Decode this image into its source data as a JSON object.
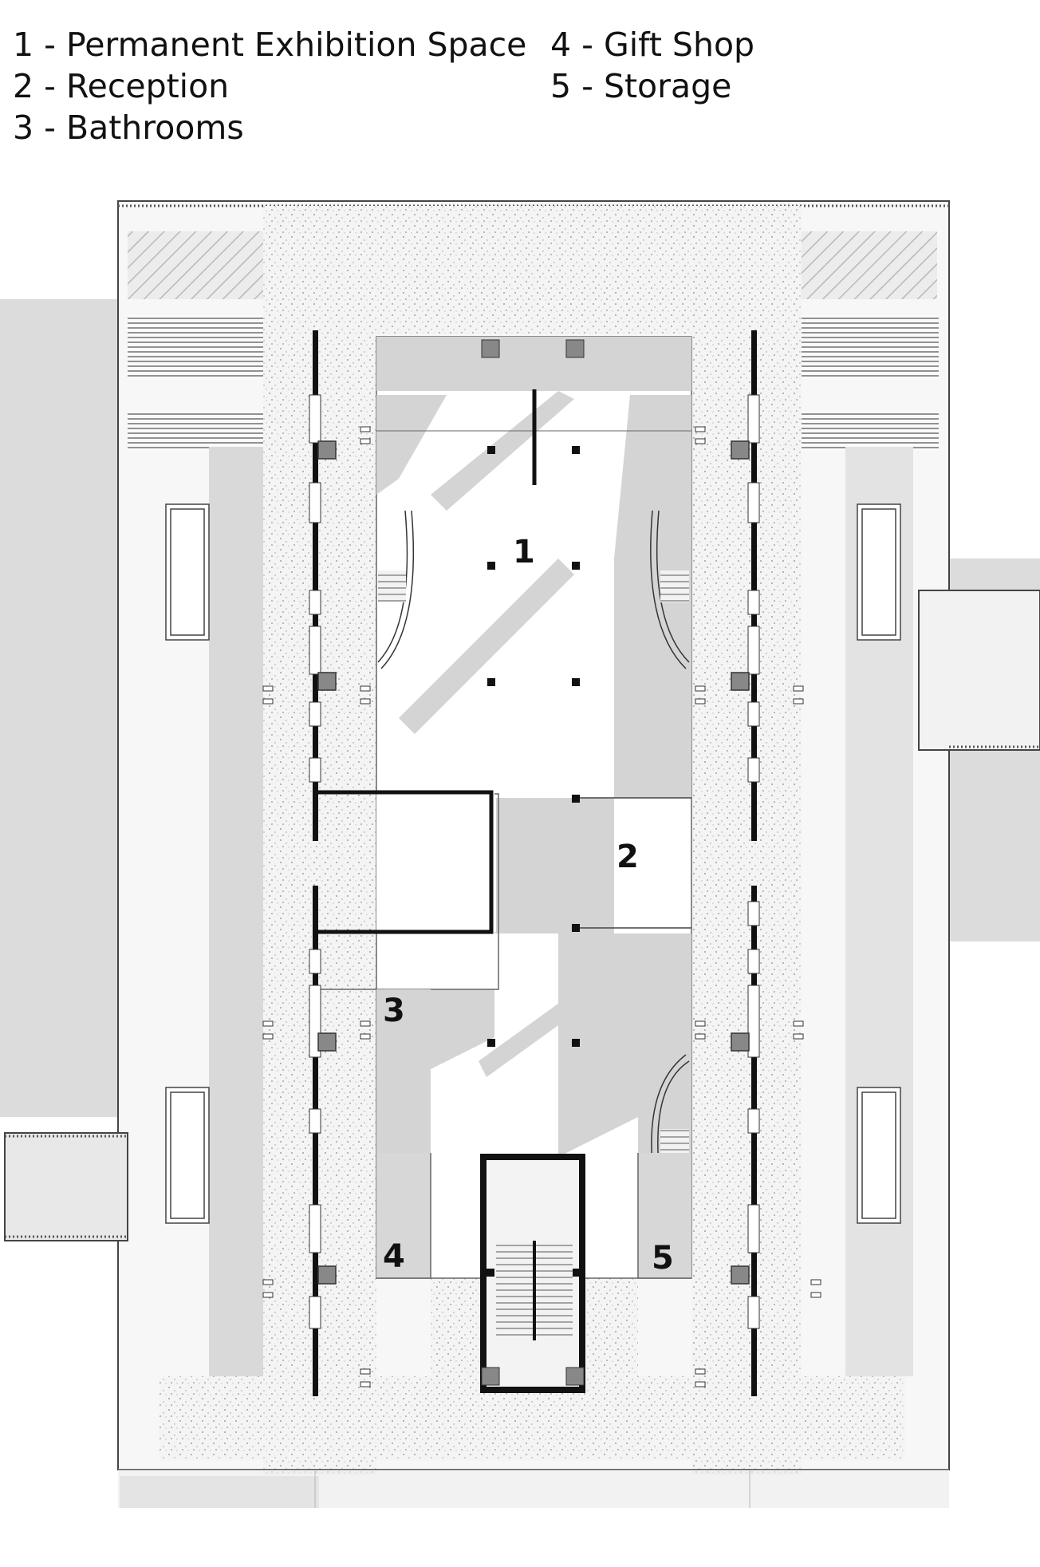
{
  "legend": [
    {
      "num": "1",
      "text": "1 - Permanent Exhibition Space"
    },
    {
      "num": "2",
      "text": "2 - Reception"
    },
    {
      "num": "3",
      "text": "3 - Bathrooms"
    },
    {
      "num": "4",
      "text": "4 - Gift Shop"
    },
    {
      "num": "5",
      "text": "5 - Storage"
    }
  ],
  "room_labels": [
    "1",
    "2",
    "3",
    "4",
    "5"
  ],
  "colors": {
    "shadow": "#d6d6d6",
    "floor_speckle": "#f3f3f3",
    "wall": "#111111",
    "line": "#444444"
  }
}
